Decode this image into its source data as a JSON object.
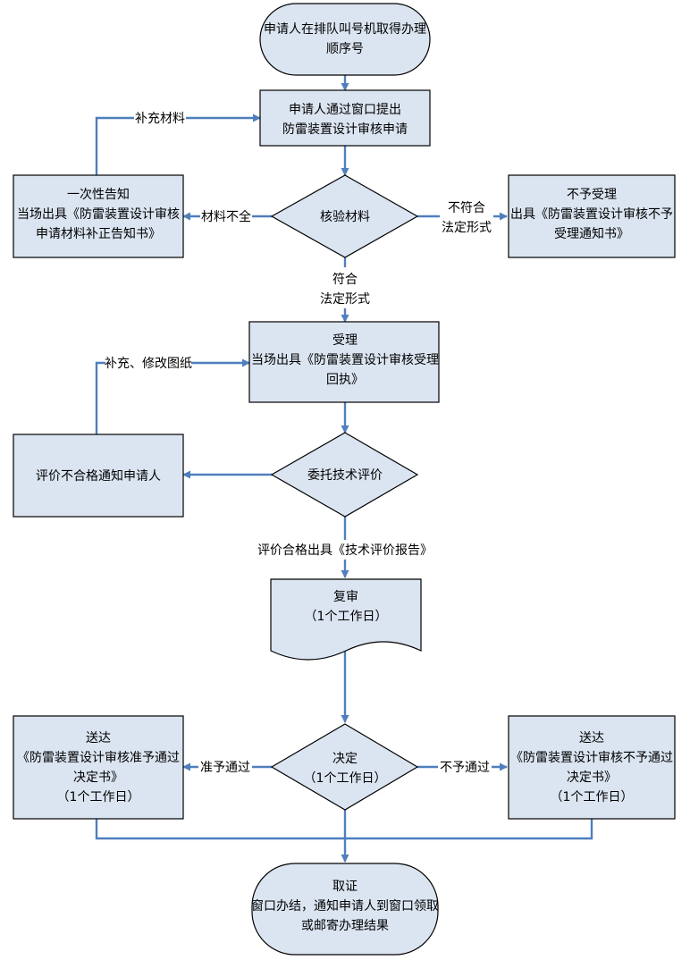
{
  "nodes": {
    "start": {
      "lines": [
        "申请人在排队叫号机取得办理",
        "顺序号"
      ]
    },
    "apply": {
      "lines": [
        "申请人通过窗口提出",
        "防雷装置设计审核申请"
      ]
    },
    "verify": {
      "lines": [
        "核验材料"
      ]
    },
    "correction": {
      "lines": [
        "一次性告知",
        "当场出具《防雷装置设计审核",
        "申请材料补正告知书》"
      ]
    },
    "reject": {
      "lines": [
        "不予受理",
        "出具《防雷装置设计审核不予",
        "受理通知书》"
      ]
    },
    "accept": {
      "lines": [
        "受理",
        "当场出具《防雷装置设计审核受理",
        "回执》"
      ]
    },
    "evaluate": {
      "lines": [
        "委托技术评价"
      ]
    },
    "notify": {
      "lines": [
        "评价不合格通知申请人"
      ]
    },
    "review": {
      "lines": [
        "复审",
        "（1个工作日）"
      ]
    },
    "decide": {
      "lines": [
        "决定",
        "（1个工作日）"
      ]
    },
    "approve": {
      "lines": [
        "送达",
        "《防雷装置设计审核准予通过",
        "决定书》",
        "（1个工作日）"
      ]
    },
    "deny": {
      "lines": [
        "送达",
        "《防雷装置设计审核不予通过",
        "决定书》",
        "（1个工作日）"
      ]
    },
    "end": {
      "lines": [
        "取证",
        "窗口办结，通知申请人到窗口领取",
        "或邮寄办理结果"
      ]
    }
  },
  "labels": {
    "supplement": "补充材料",
    "incomplete": "材料不全",
    "nonconform": [
      "不符合",
      "法定形式"
    ],
    "conform": [
      "符合",
      "法定形式"
    ],
    "modify": "补充、修改图纸",
    "qualified": "评价合格出具《技术评价报告》",
    "pass": "准予通过",
    "fail": "不予通过"
  },
  "colors": {
    "box_fill": "#dbe5f1",
    "connector": "#4f7fbd",
    "border": "#000000"
  }
}
